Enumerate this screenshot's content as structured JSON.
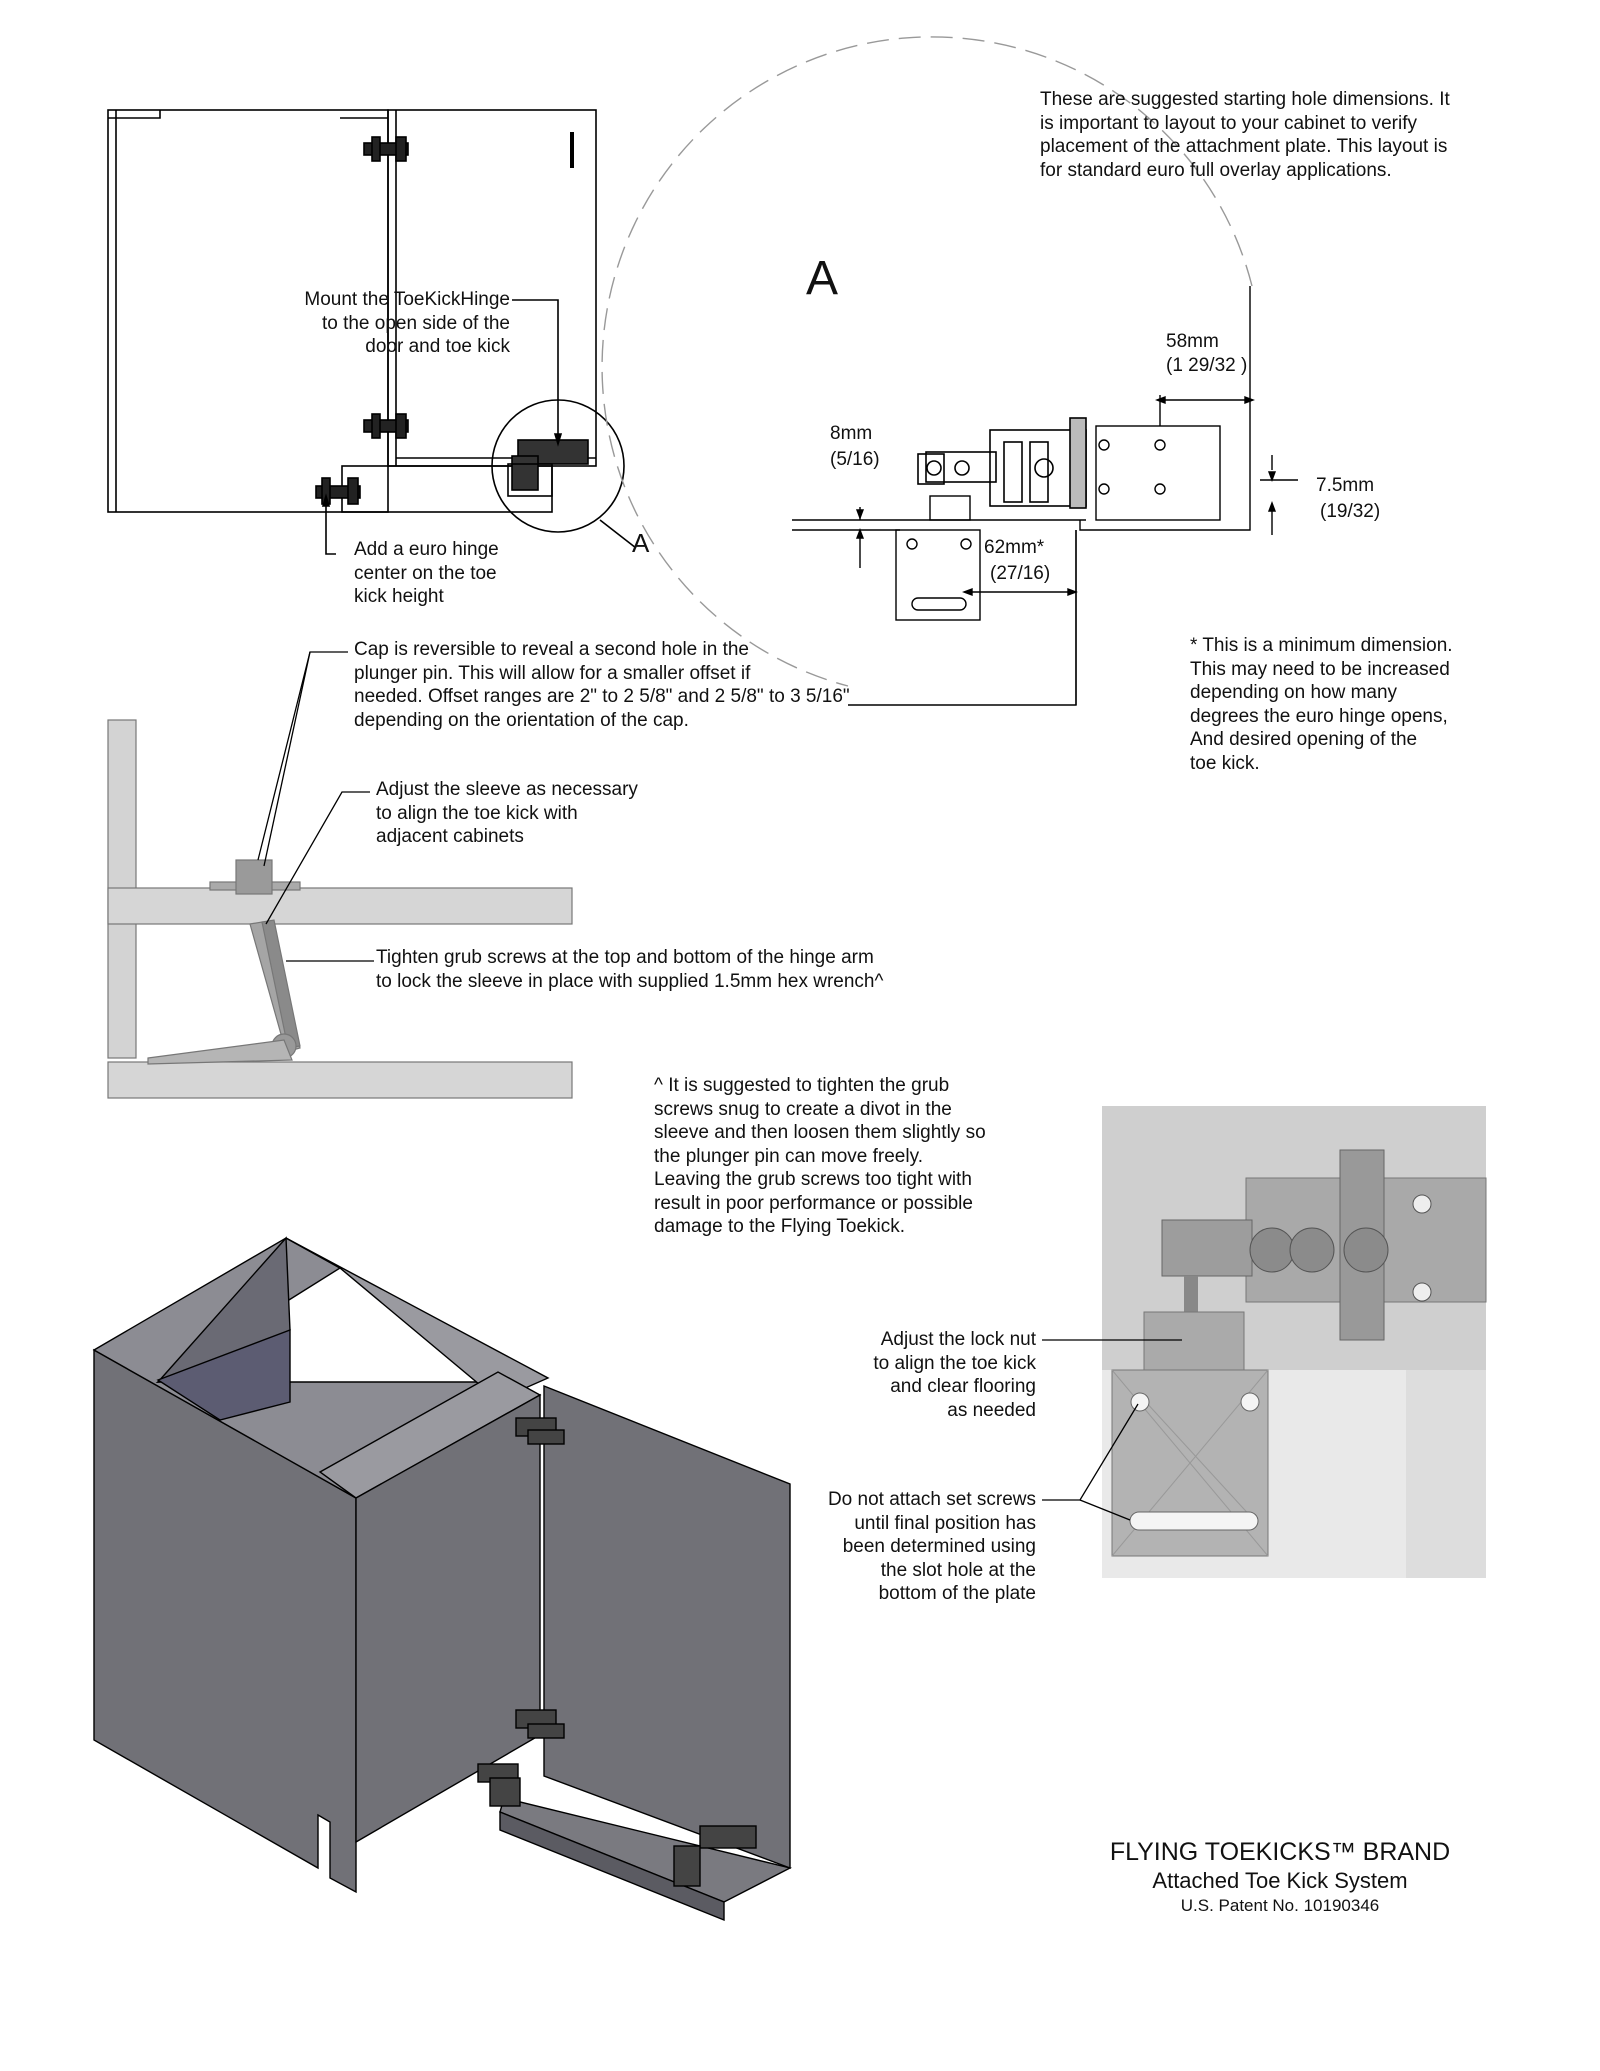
{
  "top_note": "These are suggested starting hole dimensions.  It\nis important to layout to your cabinet to verify\nplacement of the attachment plate.  This layout is\nfor standard euro full overlay applications.",
  "detail_a": {
    "label": "A",
    "dim_58": {
      "mm": "58mm",
      "frac": "(1 29/32 )"
    },
    "dim_8": {
      "mm": "8mm",
      "frac": "(5/16)"
    },
    "dim_75": {
      "mm": "7.5mm",
      "frac": "(19/32)"
    },
    "dim_62": {
      "mm": "62mm*",
      "frac": "(27/16)"
    },
    "min_note": "* This is a minimum dimension.\nThis may need to be increased\ndepending on how many\ndegrees the euro hinge opens,\nAnd desired opening of the\ntoe kick."
  },
  "front_view": {
    "mount_callout": "Mount the ToeKickHinge\nto the open side of the\ndoor and toe kick",
    "euro_callout": "Add a euro hinge\ncenter on the toe\nkick height",
    "detail_marker": "A"
  },
  "side_view": {
    "cap_callout": "Cap is reversible to reveal a second hole in the\nplunger pin.  This will allow for a smaller offset if\nneeded.  Offset ranges are 2\" to 2 5/8\" and 2 5/8\" to 3 5/16\"\ndepending on the orientation of the cap.",
    "sleeve_callout": "Adjust the sleeve as necessary\nto align the toe kick with\nadjacent cabinets",
    "grub_callout": "Tighten grub screws at the top and bottom of the hinge arm\nto lock the sleeve in place with supplied 1.5mm hex wrench^"
  },
  "grub_note": "^ It is suggested to tighten the grub\nscrews snug to create a divot in the\nsleeve and then loosen them slightly so\nthe plunger pin can move freely.\nLeaving the grub screws too tight with\nresult in poor performance or possible\ndamage to the Flying Toekick.",
  "plate_view": {
    "lock_nut_callout": "Adjust the lock nut\nto align the toe kick\nand clear flooring\nas needed",
    "set_screw_callout": "Do not attach set screws\nuntil final position has\nbeen determined using\nthe slot hole at the\nbottom of the plate"
  },
  "brand": {
    "title": "FLYING TOEKICKS™ BRAND",
    "subtitle": "Attached Toe Kick System",
    "patent": "U.S. Patent No. 10190346"
  },
  "colors": {
    "panel": "#717177",
    "panel_dark": "#5b5b62",
    "panel_top": "#8c8c93",
    "light_gray": "#dcdcdc",
    "line": "#000000"
  }
}
